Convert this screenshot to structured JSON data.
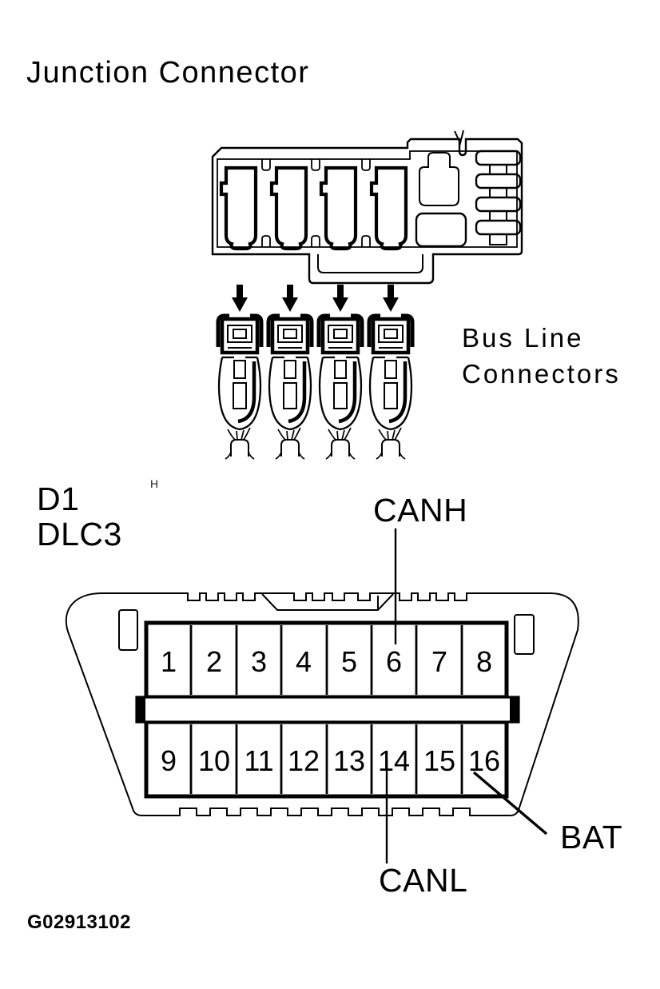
{
  "diagram": {
    "title": "Junction Connector",
    "bus_line_label": {
      "line1": "Bus Line",
      "line2": "Connectors"
    },
    "connector": {
      "ref": "D1",
      "name": "DLC3",
      "corner_mark": "H",
      "pins_top": [
        "1",
        "2",
        "3",
        "4",
        "5",
        "6",
        "7",
        "8"
      ],
      "pins_bottom": [
        "9",
        "10",
        "11",
        "12",
        "13",
        "14",
        "15",
        "16"
      ],
      "pin_labels": {
        "canh": "CANH",
        "canl": "CANL",
        "bat": "BAT"
      },
      "leader_targets": {
        "CANH": "pin 6",
        "CANL": "pin 14",
        "BAT": "pin 16"
      }
    },
    "figure_id": "G02913102",
    "colors": {
      "line": "#000000",
      "background": "#ffffff"
    }
  }
}
